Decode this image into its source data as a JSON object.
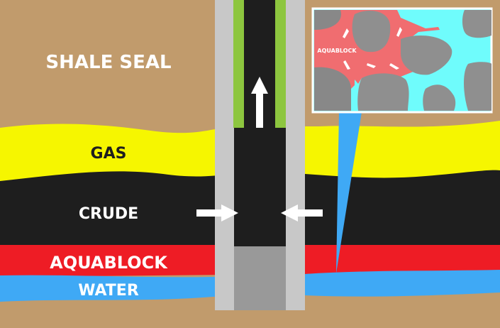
{
  "layers": {
    "shale": "SHALE SEAL",
    "gas": "GAS",
    "crude": "CRUDE",
    "aquablock": "AQUABLOCK",
    "water": "WATER"
  },
  "inset": {
    "label": "AQUABLOCK"
  },
  "colors": {
    "shale": "#c19b6c",
    "gas": "#f6f600",
    "crude": "#1e1e1e",
    "aquablock": "#ee1c25",
    "water": "#3fa9f5",
    "casing": "#c8c8c8",
    "tubing": "#8dc63f",
    "plug": "#999999",
    "inset_water": "#6ffcfc",
    "inset_aquablock": "#f06d70",
    "rock": "#8f8f8f"
  }
}
